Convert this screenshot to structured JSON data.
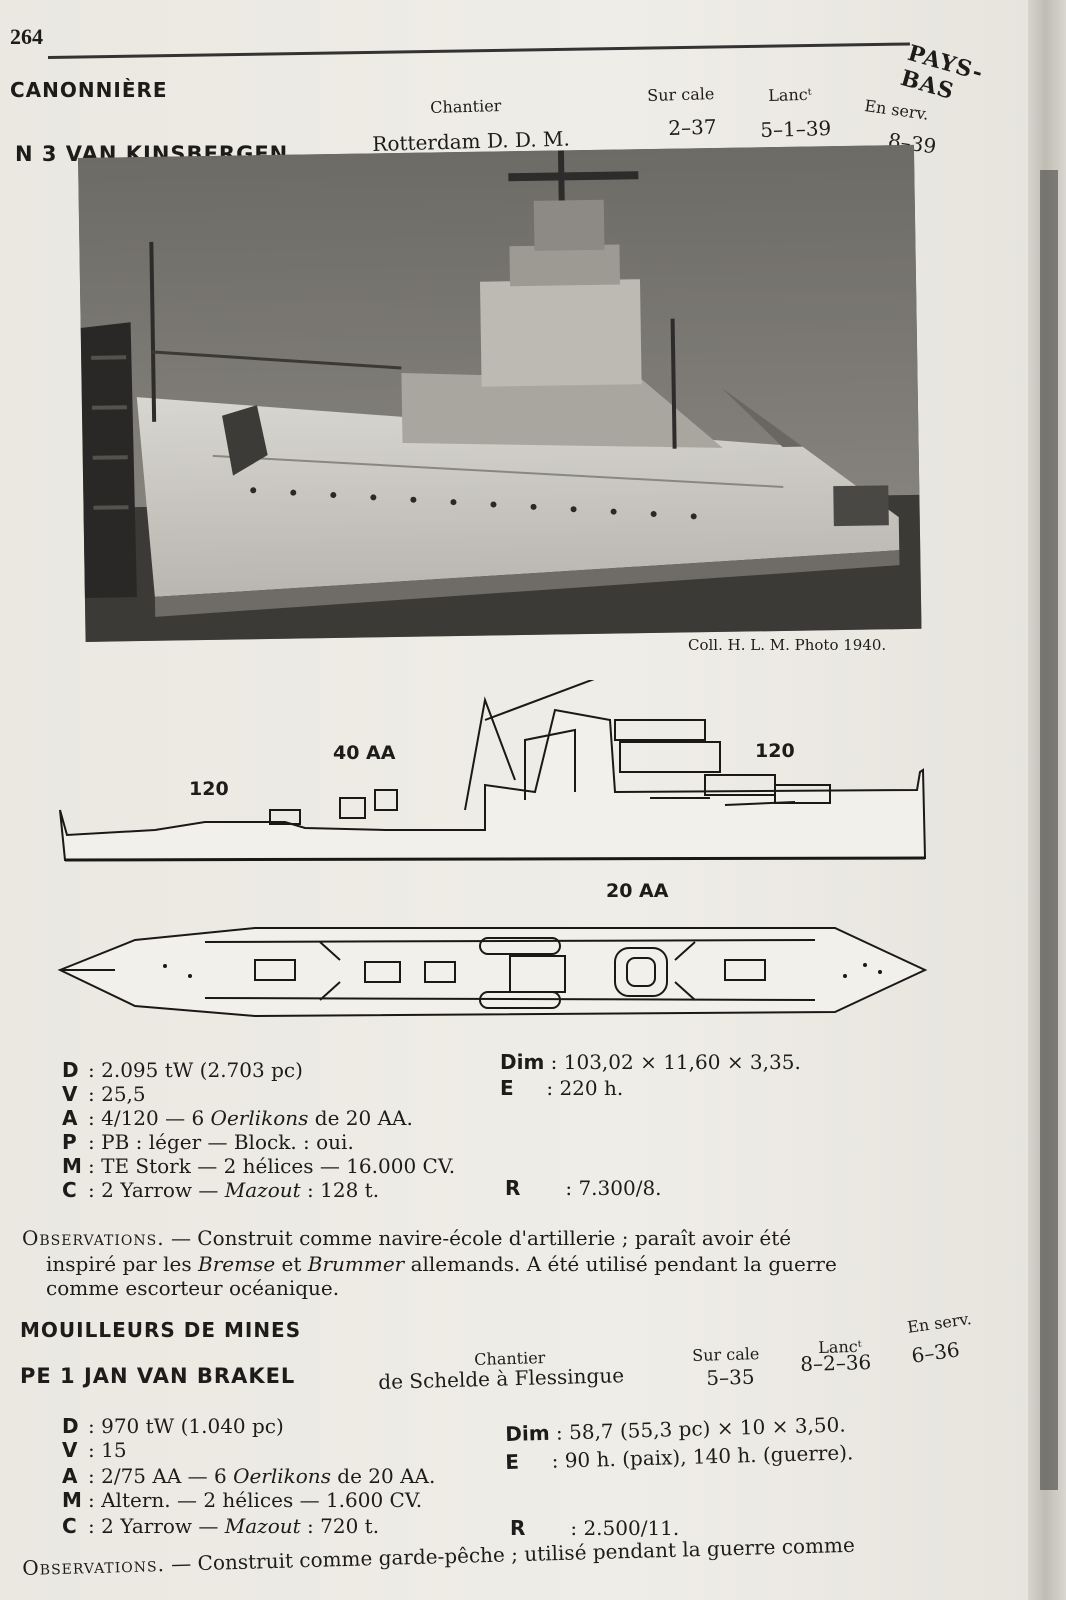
{
  "header": {
    "page_number": "264",
    "country": "PAYS-BAS"
  },
  "gunboat": {
    "section": "CANONNIÈRE",
    "col_chantier": "Chantier",
    "col_cale": "Sur cale",
    "col_lanc": "Lancᵗ",
    "col_serv": "En serv.",
    "name": "N 3 VAN KINSBERGEN",
    "yard": "Rotterdam D. D. M.",
    "cale": "2–37",
    "lanc": "5–1–39",
    "serv": "8–39",
    "photo_caption": "Coll. H. L. M. Photo 1940.",
    "drawing_labels": {
      "aa40": "40 AA",
      "g120_left": "120",
      "g120_right": "120",
      "aa20": "20 AA"
    },
    "specs": {
      "D": "2.095 tW (2.703 pc)",
      "V": "25,5",
      "A_pre": "4/120 — 6 ",
      "A_em": "Oerlikons",
      "A_post": " de 20 AA.",
      "P": "PB : léger — Block. : oui.",
      "M": "TE Stork — 2 hélices — 16.000 CV.",
      "C_pre": "2 Yarrow — ",
      "C_em": "Mazout",
      "C_post": " : 128 t.",
      "Dim": "103,02 × 11,60 × 3,35.",
      "E": "220 h.",
      "R": "7.300/8."
    },
    "obs": {
      "lead": "Observations.",
      "l1": "— Construit comme navire-école d'artillerie ; paraît avoir été",
      "l2a": "inspiré par les ",
      "l2b": "Bremse",
      "l2c": " et ",
      "l2d": "Brummer",
      "l2e": " allemands. A été utilisé pendant la guerre",
      "l3": "comme escorteur océanique."
    }
  },
  "minelayer": {
    "section": "MOUILLEURS DE MINES",
    "col_chantier": "Chantier",
    "col_cale": "Sur cale",
    "col_lanc": "Lancᵗ",
    "col_serv": "En serv.",
    "name": "PE 1 JAN VAN BRAKEL",
    "yard": "de Schelde à Flessingue",
    "cale": "5–35",
    "lanc": "8–2–36",
    "serv": "6–36",
    "specs": {
      "D": "970 tW (1.040 pc)",
      "V": "15",
      "A_pre": "2/75 AA — 6 ",
      "A_em": "Oerlikons",
      "A_post": " de 20 AA.",
      "M": "Altern. — 2 hélices — 1.600 CV.",
      "C_pre": "2 Yarrow — ",
      "C_em": "Mazout",
      "C_post": " : 720 t.",
      "Dim": "58,7 (55,3 pc) × 10 × 3,50.",
      "E": "90 h. (paix), 140 h. (guerre).",
      "R": "2.500/11."
    },
    "obs": {
      "lead": "Observations.",
      "l1": "— Construit comme garde-pêche ; utilisé pendant la guerre comme"
    }
  },
  "colors": {
    "ink": "#1e1c1a",
    "paper": "#eeece6"
  }
}
